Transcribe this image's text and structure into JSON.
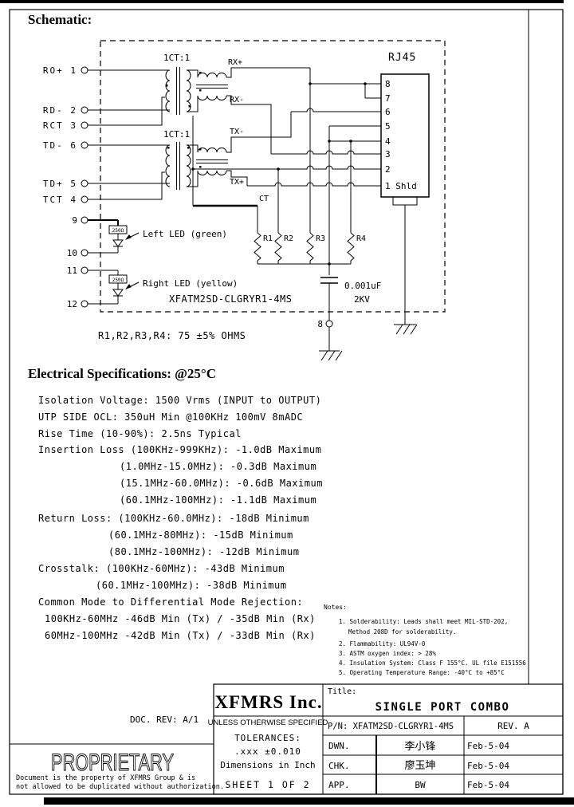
{
  "page": {
    "schematic_heading": "Schematic:",
    "electrical_heading": "Electrical  Specifications: @25°C",
    "doc_rev": "DOC. REV: A/1"
  },
  "schematic": {
    "left_pin_labels": [
      "RO+ 1",
      "RD- 2",
      "RCT 3",
      "TD- 6",
      "TD+ 5",
      "TCT 4"
    ],
    "led_pin_labels": [
      "9",
      "10",
      "11",
      "12"
    ],
    "transformer_ratio": "1CT:1",
    "rj45_label": "RJ45",
    "rj45_pin_labels": [
      "8",
      "7",
      "6",
      "5",
      "4",
      "3",
      "2",
      "1 Shld"
    ],
    "rx_plus": "RX+",
    "rx_minus": "RX-",
    "tx_minus": "TX-",
    "tx_plus": "TX+",
    "ct": "CT",
    "led_resistor_value": "250Ω",
    "left_led_label": "Left LED (green)",
    "right_led_label": "Right LED (yellow)",
    "part_number": "XFATM2SD-CLGRYR1-4MS",
    "resistor_labels": [
      "R1",
      "R2",
      "R3",
      "R4"
    ],
    "resistor_note": "R1,R2,R3,R4: 75 ±5% OHMS",
    "cap_value": "0.001uF",
    "cap_rating": "2KV",
    "bottom_pin_label": "8"
  },
  "specs": {
    "lines": [
      "Isolation Voltage:  1500 Vrms (INPUT to OUTPUT)",
      "UTP SIDE OCL: 350uH Min @100KHz 100mV 8mADC",
      "Rise Time (10-90%): 2.5ns Typical",
      "Insertion Loss (100KHz-999KHz): -1.0dB Maximum",
      "(1.0MHz-15.0MHz): -0.3dB Maximum",
      "(15.1MHz-60.0MHz): -0.6dB Maximum",
      "(60.1MHz-100MHz): -1.1dB Maximum",
      "Return Loss: (100KHz-60.0MHz): -18dB Minimum",
      "(60.1MHz-80MHz): -15dB Minimum",
      "(80.1MHz-100MHz): -12dB Minimum",
      "Crosstalk: (100KHz-60MHz): -43dB Minimum",
      "(60.1MHz-100MHz): -38dB Minimum",
      "Common Mode to Differential Mode Rejection:",
      "100KHz-60MHz    -46dB Min (Tx) / -35dB Min (Rx)",
      "60MHz-100MHz    -42dB Min (Tx) / -33dB Min (Rx)"
    ]
  },
  "notes": {
    "heading": "Notes:",
    "item1": "1. Solderability: Leads shall meet MIL-STD-202,",
    "item1_cont": "Method 208D for solderability.",
    "item2": "2. Flammability: UL94V-0",
    "item3": "3. ASTM oxygen index: > 28%",
    "item4": "4. Insulation System: Class F 155°C. UL file E151556",
    "item5": "5. Operating Temperature Range: -40°C to +85°C"
  },
  "title_block": {
    "company": "XFMRS Inc.",
    "title_label": "Title:",
    "title": "SINGLE PORT COMBO",
    "part_number": "P/N: XFATM2SD-CLGRYR1-4MS",
    "revision": "REV. A",
    "rows": [
      {
        "label": "DWN.",
        "signature": "李小锋",
        "date": "Feb-5-04"
      },
      {
        "label": "CHK.",
        "signature": "廖玉坤",
        "date": "Feb-5-04"
      },
      {
        "label": "APP.",
        "signature": "BW",
        "date": "Feb-5-04"
      }
    ],
    "tolerance_note": "UNLESS OTHERWISE SPECIFIED",
    "tolerances_label": "TOLERANCES:",
    "tolerance_value": ".xxx ±0.010",
    "dimensions_note": "Dimensions in Inch",
    "sheet": "SHEET 1 OF 2"
  },
  "proprietary": {
    "word": "PROPRIETARY",
    "line1": "Document is the property of XFMRS Group & is",
    "line2": "not allowed to be duplicated without authorization."
  }
}
